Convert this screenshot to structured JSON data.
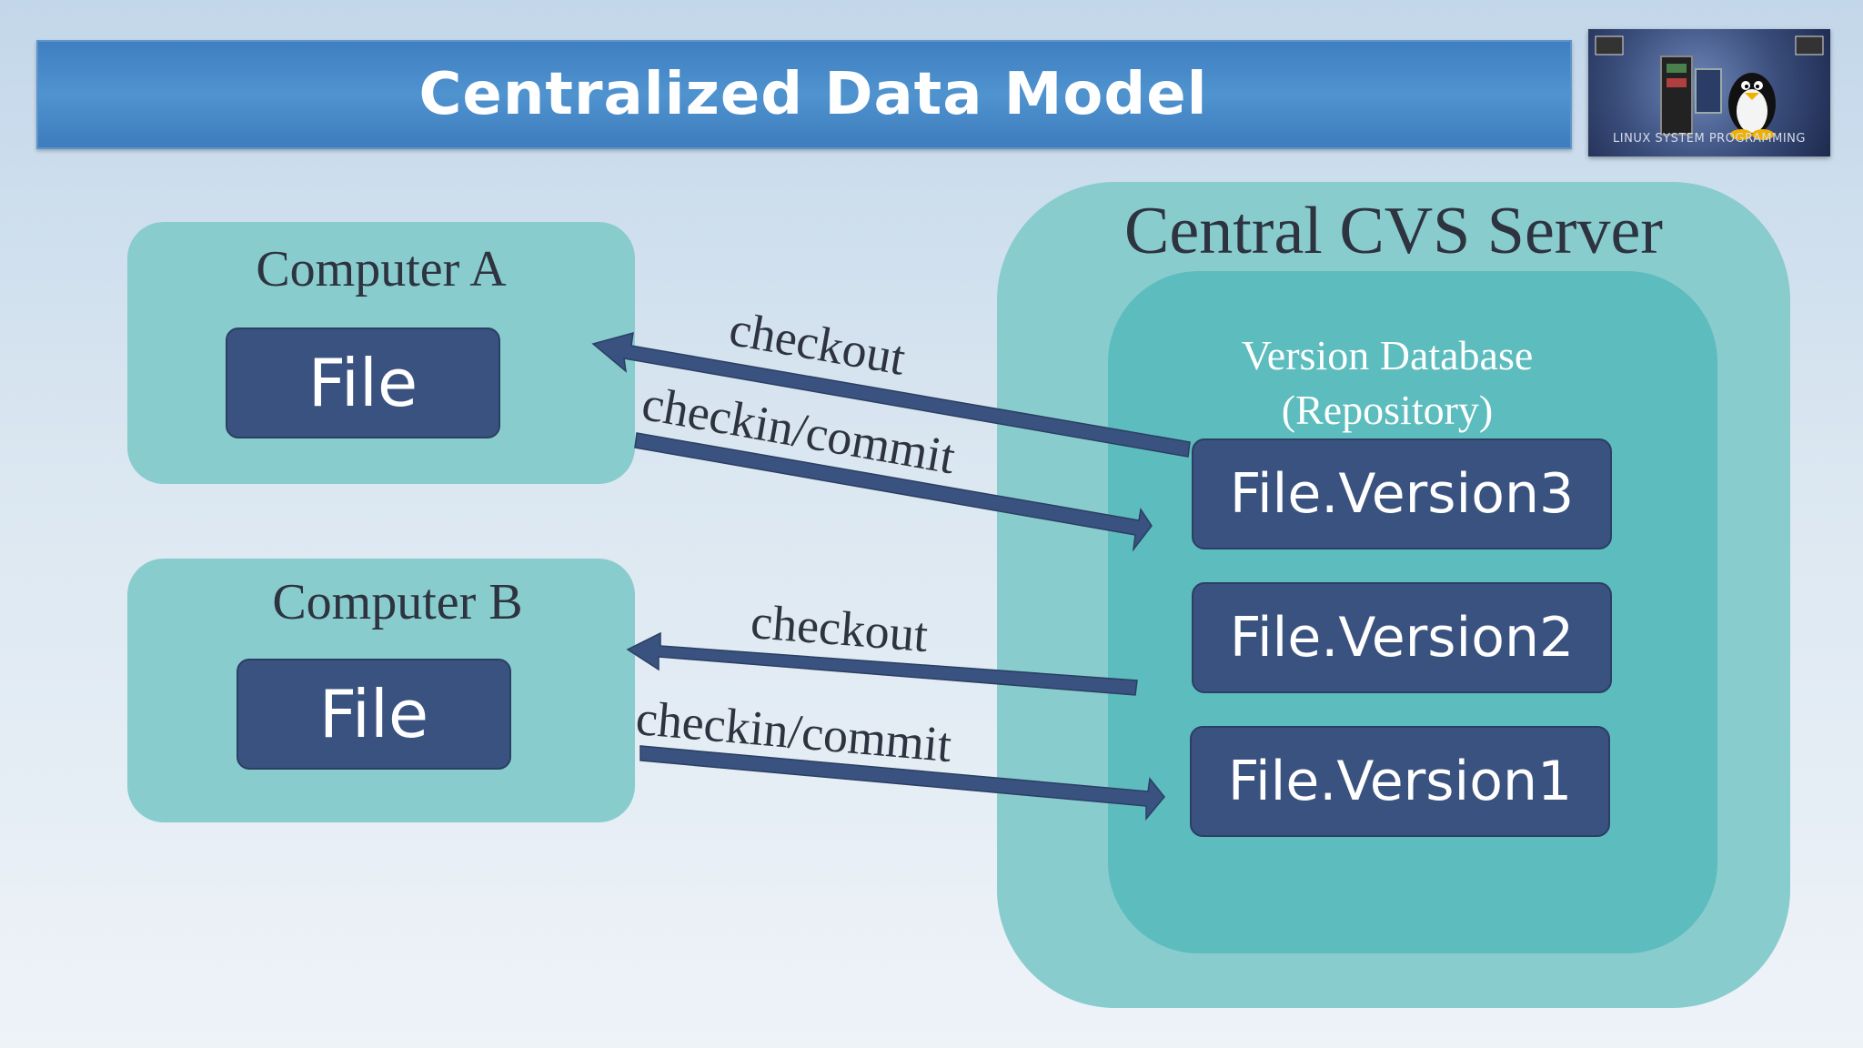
{
  "title": "Centralized Data Model",
  "logo": {
    "caption": "LINUX SYSTEM PROGRAMMING",
    "icon": "tux-penguin-icon"
  },
  "computers": [
    {
      "label": "Computer A",
      "file": "File"
    },
    {
      "label": "Computer B",
      "file": "File"
    }
  ],
  "server": {
    "title": "Central CVS Server",
    "repository_label_line1": "Version Database",
    "repository_label_line2": "(Repository)",
    "versions": [
      "File.Version3",
      "File.Version2",
      "File.Version1"
    ]
  },
  "arrows": {
    "a_checkout": "checkout",
    "a_checkin": "checkin/commit",
    "b_checkout": "checkout",
    "b_checkin": "checkin/commit"
  },
  "colors": {
    "title_bar": "#4a8ccb",
    "panel": "#88ccce",
    "repository": "#5dbcbd",
    "file_box": "#3a527f",
    "arrow": "#3a527f"
  }
}
